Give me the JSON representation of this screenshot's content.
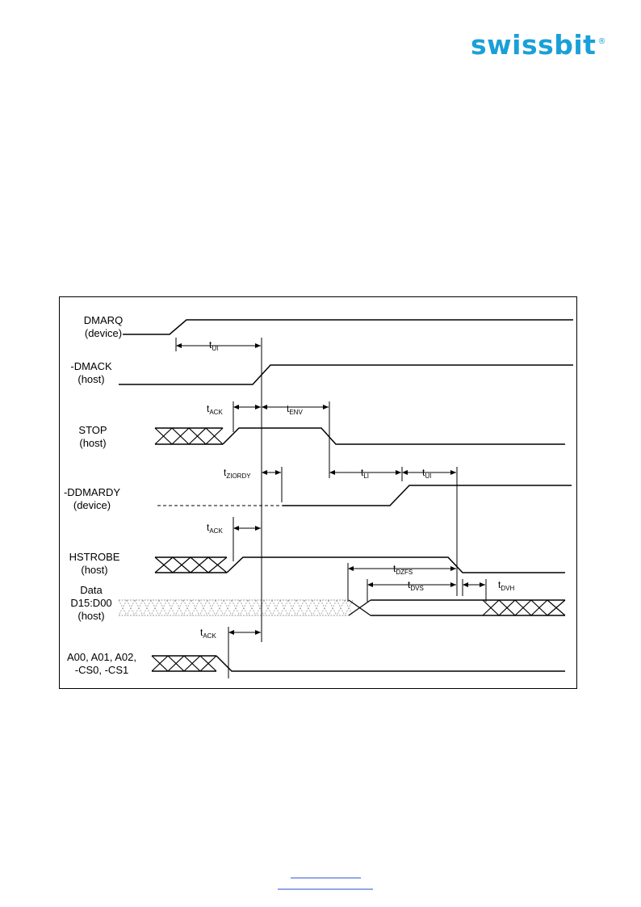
{
  "header": {
    "logo_text": "swissbit",
    "logo_mark": "®",
    "logo_color": "#1aa0d8"
  },
  "signals": [
    {
      "name": "DMARQ",
      "owner": "(device)"
    },
    {
      "name": "-DMACK",
      "owner": "(host)"
    },
    {
      "name": "STOP",
      "owner": "(host)"
    },
    {
      "name": "-DDMARDY",
      "owner": "(device)"
    },
    {
      "name": "HSTROBE",
      "owner": "(host)"
    },
    {
      "name": "Data",
      "name2": "D15:D00",
      "owner": "(host)"
    },
    {
      "name": "A00, A01, A02,",
      "owner": "-CS0, -CS1"
    }
  ],
  "timings": {
    "t_ui_1": {
      "t": "t",
      "sub": "UI"
    },
    "t_ack_1": {
      "t": "t",
      "sub": "ACK"
    },
    "t_env": {
      "t": "t",
      "sub": "ENV"
    },
    "t_ziordy": {
      "t": "t",
      "sub": "ZIORDY"
    },
    "t_li": {
      "t": "t",
      "sub": "LI"
    },
    "t_ui_2": {
      "t": "t",
      "sub": "UI"
    },
    "t_ack_2": {
      "t": "t",
      "sub": "ACK"
    },
    "t_dzfs": {
      "t": "t",
      "sub": "DZFS"
    },
    "t_dvs": {
      "t": "t",
      "sub": "DVS"
    },
    "t_dvh": {
      "t": "t",
      "sub": "DVH"
    },
    "t_ack_3": {
      "t": "t",
      "sub": "ACK"
    }
  },
  "colors": {
    "line": "#000000",
    "hatch": "#888888",
    "footer_link": "#2a4fd6"
  }
}
